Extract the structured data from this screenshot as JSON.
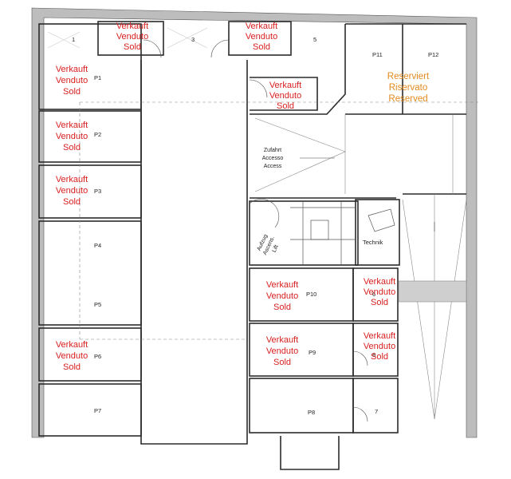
{
  "colors": {
    "sold": "#d92020",
    "reserved": "#e38a1e",
    "wall": "#bdbdbd",
    "line": "#2b2b2b"
  },
  "storage_rooms": [
    {
      "id": "r1",
      "label": "1"
    },
    {
      "id": "r2",
      "label": ""
    },
    {
      "id": "r3",
      "label": "3"
    },
    {
      "id": "r4",
      "label": ""
    },
    {
      "id": "r5",
      "label": "5"
    },
    {
      "id": "r6",
      "label": "6"
    },
    {
      "id": "r7",
      "label": "7"
    },
    {
      "id": "r8",
      "label": "8"
    }
  ],
  "parking": [
    {
      "id": "p1",
      "label": "P1"
    },
    {
      "id": "p2",
      "label": "P2"
    },
    {
      "id": "p3",
      "label": "P3"
    },
    {
      "id": "p4",
      "label": "P4"
    },
    {
      "id": "p5",
      "label": "P5"
    },
    {
      "id": "p6",
      "label": "P6"
    },
    {
      "id": "p7",
      "label": "P7"
    },
    {
      "id": "p8",
      "label": "P8"
    },
    {
      "id": "p9",
      "label": "P9"
    },
    {
      "id": "p10",
      "label": "P10"
    },
    {
      "id": "p11",
      "label": "P11"
    },
    {
      "id": "p12",
      "label": "P12"
    }
  ],
  "sold_text": [
    "Verkauft",
    "Venduto",
    "Sold"
  ],
  "reserved_text": [
    "Reserviert",
    "Riservato",
    "Reserved"
  ],
  "access_text": [
    "Zufahrt",
    "Accesso",
    "Access"
  ],
  "lift_text": [
    "Aufzug",
    "Ascens.",
    "Lift"
  ],
  "technik": "Technik"
}
